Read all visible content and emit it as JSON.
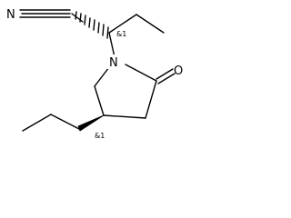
{
  "structure": {
    "atoms": {
      "nitrogen_nitrile": "N",
      "nitrogen_ring": "N",
      "oxygen": "O"
    },
    "stereo_descriptors": {
      "upper_center": "&1",
      "lower_center": "&1"
    }
  }
}
